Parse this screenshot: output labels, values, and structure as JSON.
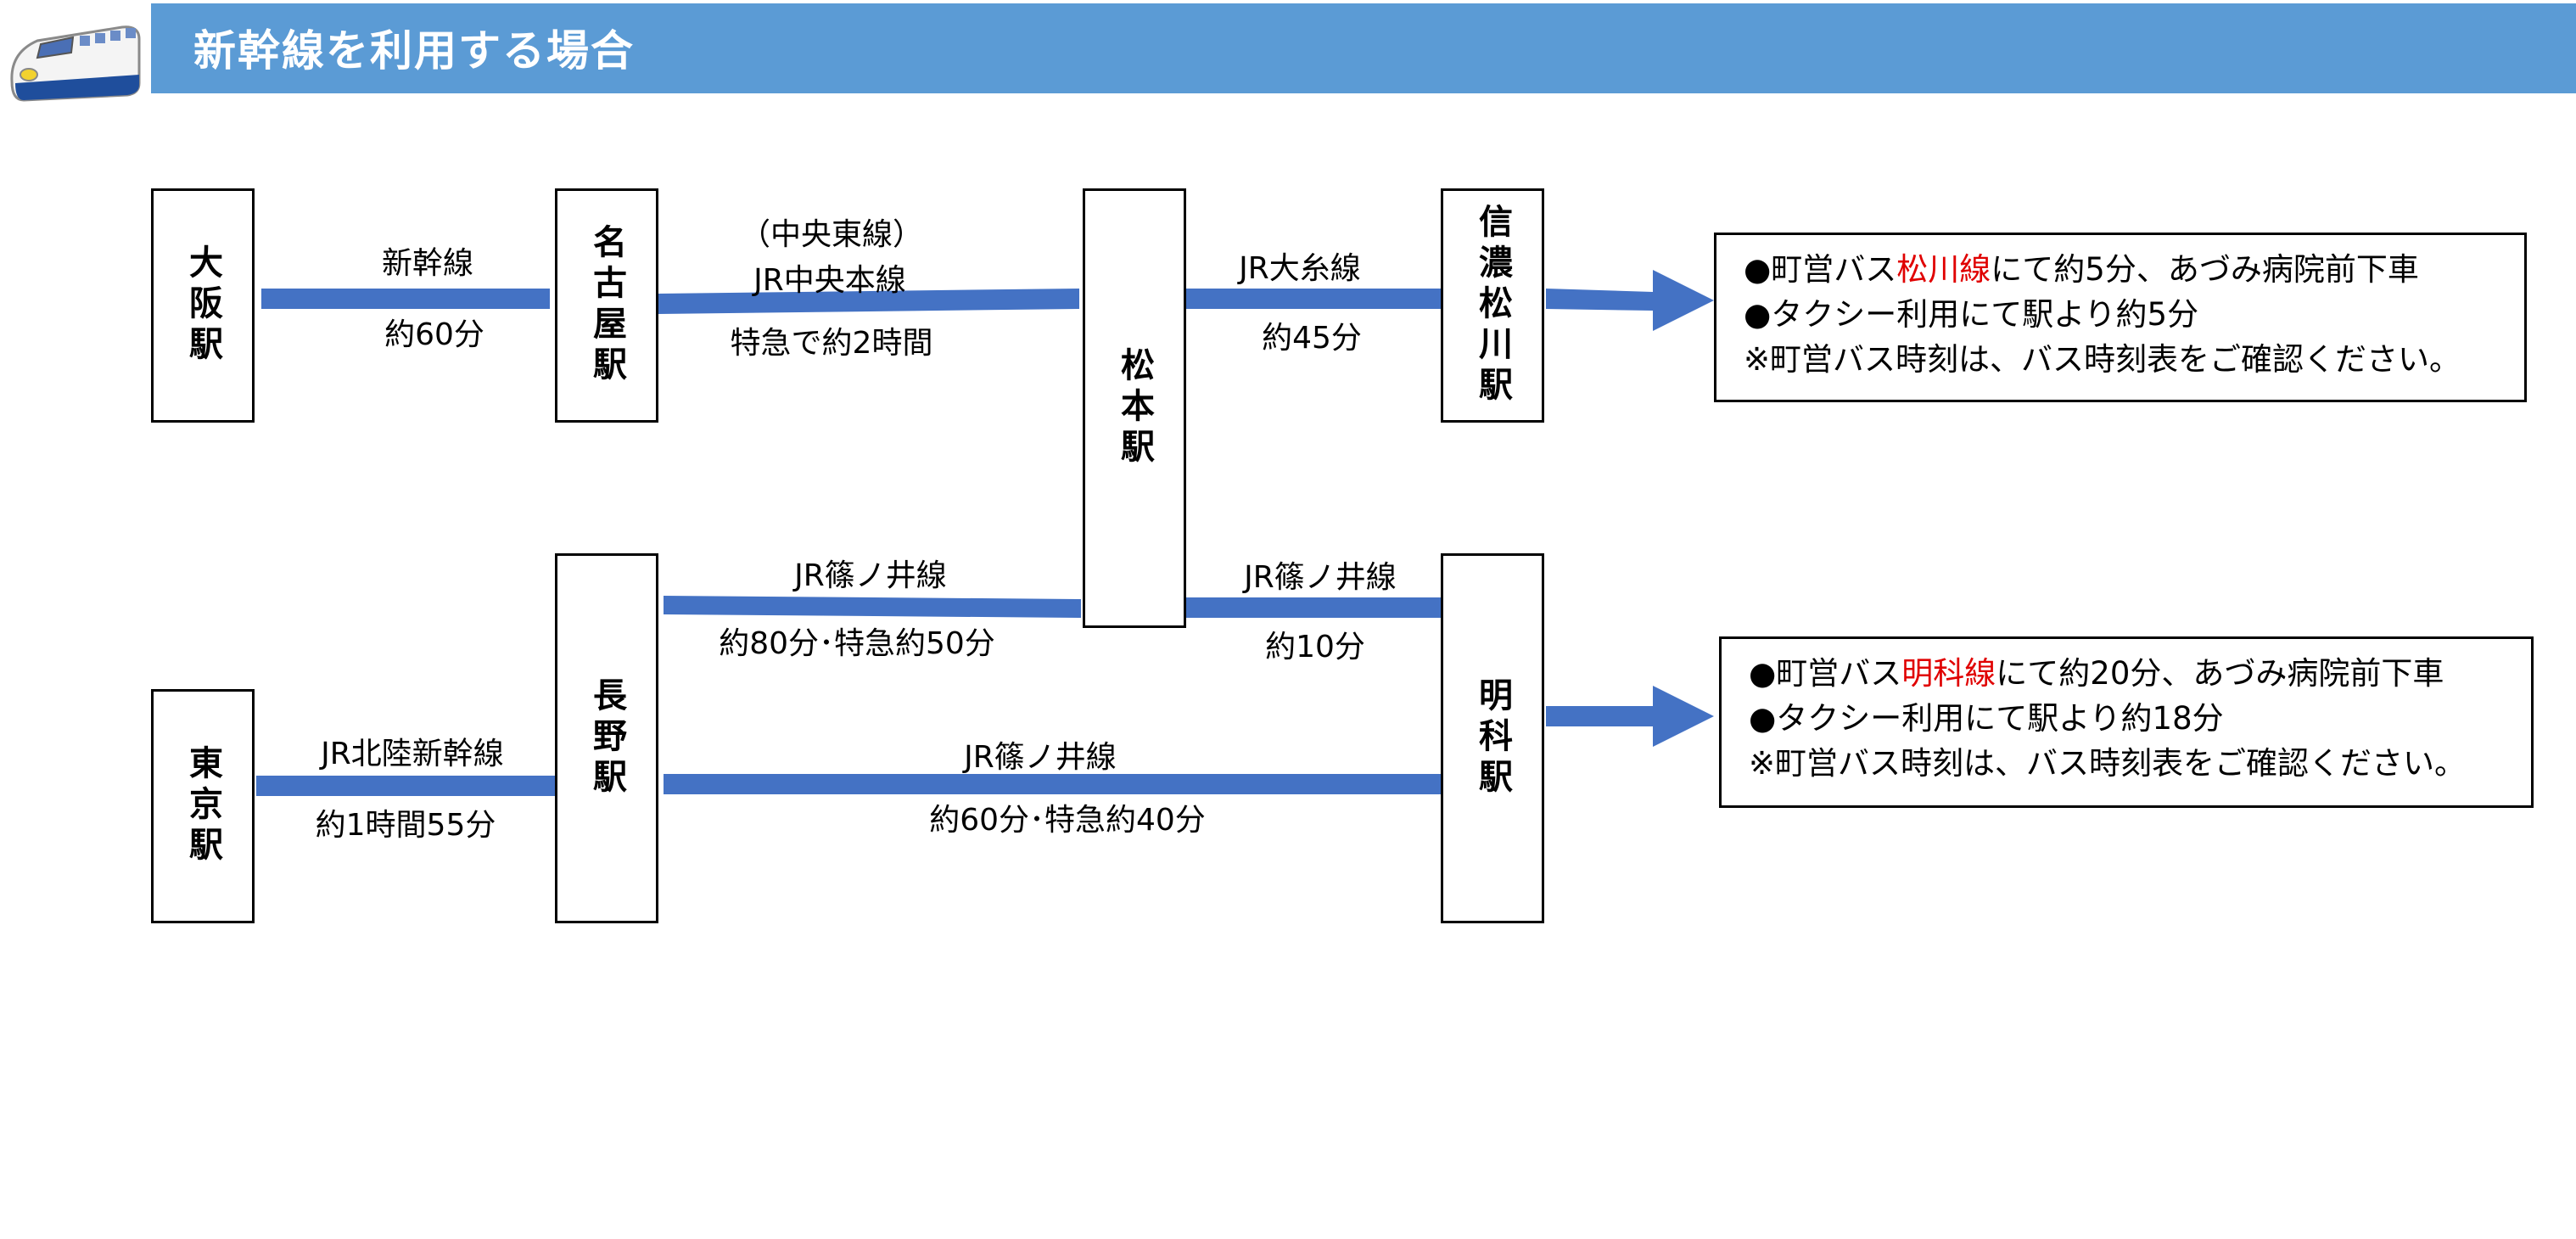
{
  "header": {
    "title": "新幹線を利用する場合",
    "banner_color": "#5b9bd5",
    "icon": "shinkansen-train-icon"
  },
  "line_color": "#4472c4",
  "stations": {
    "osaka": "大阪駅",
    "nagoya": "名古屋駅",
    "matsumoto": "松本駅",
    "shinano_matsukawa": "信濃松川駅",
    "tokyo": "東京駅",
    "nagano": "長野駅",
    "akashina": "明科駅"
  },
  "routes": {
    "osaka_nagoya": {
      "line": "新幹線",
      "time": "約60分"
    },
    "nagoya_matsumoto": {
      "line_top": "（中央東線）",
      "line": "JR中央本線",
      "time": "特急で約2時間"
    },
    "matsumoto_matsukawa": {
      "line": "JR大糸線",
      "time": "約45分"
    },
    "nagano_matsumoto": {
      "line": "JR篠ノ井線",
      "time": "約80分･特急約50分"
    },
    "matsumoto_akashina": {
      "line": "JR篠ノ井線",
      "time": "約10分"
    },
    "tokyo_nagano": {
      "line": "JR北陸新幹線",
      "time": "約1時間55分"
    },
    "nagano_akashina": {
      "line": "JR篠ノ井線",
      "time": "約60分･特急約40分"
    }
  },
  "info_matsukawa": {
    "line1_pre": "●町営バス",
    "line1_red": "松川線",
    "line1_post": "にて約5分、あづみ病院前下車",
    "line2": "●タクシー利用にて駅より約5分",
    "line3": "※町営バス時刻は、バス時刻表をご確認ください。"
  },
  "info_akashina": {
    "line1_pre": "●町営バス",
    "line1_red": "明科線",
    "line1_post": "にて約20分、あづみ病院前下車",
    "line2": "●タクシー利用にて駅より約18分",
    "line3": "※町営バス時刻は、バス時刻表をご確認ください。"
  }
}
